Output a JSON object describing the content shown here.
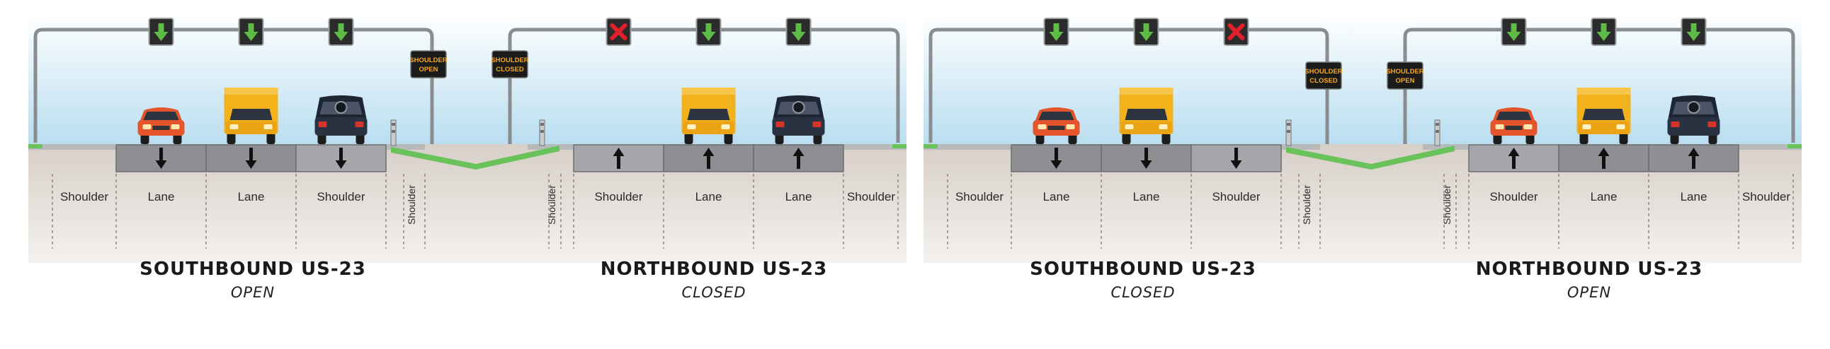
{
  "labels": {
    "shoulder": "Shoulder",
    "lane": "Lane",
    "sign_shoulder": "SHOULDER",
    "sign_open": "OPEN",
    "sign_closed": "CLOSED"
  },
  "panels": [
    {
      "id": "left",
      "sb_title": "SOUTHBOUND US-23",
      "sb_status": "OPEN",
      "nb_title": "NORTHBOUND US-23",
      "nb_status": "CLOSED",
      "sb_signs": [
        "arrow",
        "arrow",
        "arrow"
      ],
      "nb_signs": [
        "x",
        "arrow",
        "arrow"
      ],
      "sb_dms": "OPEN",
      "nb_dms": "CLOSED",
      "sb_lanes": [
        "Lane",
        "Lane",
        "Shoulder"
      ],
      "nb_lanes": [
        "Shoulder",
        "Lane",
        "Lane"
      ],
      "sb_vehicles": [
        "car",
        "truck",
        "suv"
      ],
      "nb_vehicles": [
        "none",
        "truck",
        "suv"
      ]
    },
    {
      "id": "right",
      "sb_title": "SOUTHBOUND US-23",
      "sb_status": "CLOSED",
      "nb_title": "NORTHBOUND US-23",
      "nb_status": "OPEN",
      "sb_signs": [
        "arrow",
        "arrow",
        "x"
      ],
      "nb_signs": [
        "arrow",
        "arrow",
        "arrow"
      ],
      "sb_dms": "CLOSED",
      "nb_dms": "OPEN",
      "sb_lanes": [
        "Lane",
        "Lane",
        "Shoulder"
      ],
      "nb_lanes": [
        "Shoulder",
        "Lane",
        "Lane"
      ],
      "sb_vehicles": [
        "car",
        "truck",
        "none"
      ],
      "nb_vehicles": [
        "car",
        "truck",
        "suv"
      ]
    }
  ],
  "colors": {
    "sky_top": "#ffffff",
    "sky_bottom": "#b9def0",
    "ground_top": "#d7cfc8",
    "ground_bottom": "#f4f1ee",
    "lane_fill": "#8f8f93",
    "median_green": "#69c25a",
    "gantry": "#8a8d90",
    "sign_green": "#5dbb46",
    "sign_red": "#e0202a",
    "dms_text": "#f5a623",
    "car_red": "#e5542a",
    "truck_yellow": "#f2b21c",
    "suv_navy": "#1f2633"
  }
}
